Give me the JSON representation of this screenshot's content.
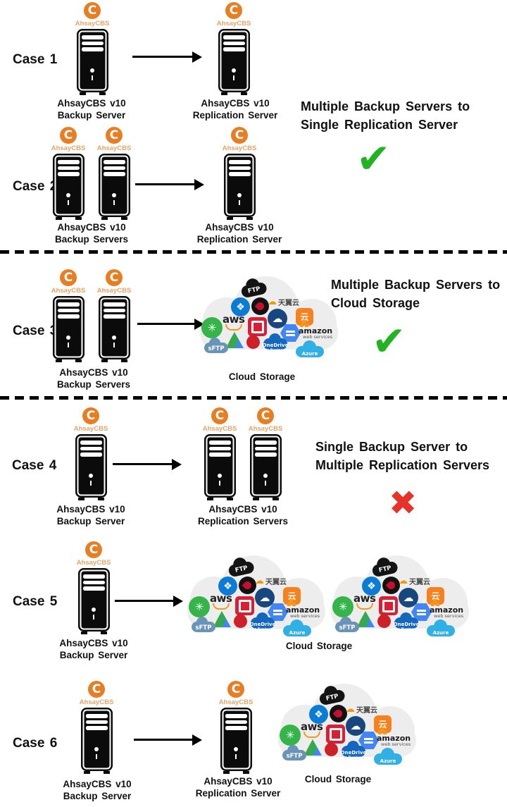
{
  "brand": {
    "logo_letter": "C",
    "logo_name": "AhsayCBS"
  },
  "glyphs": {
    "check": "✔",
    "cross": "✖"
  },
  "colors": {
    "brand_orange": "#E87E23",
    "brand_orange_light": "#E7A467",
    "check_green": "#22B322",
    "cross_red": "#E63227"
  },
  "cases": [
    {
      "label": "Case 1",
      "source_caption": [
        "AhsayCBS v10",
        "Backup Server"
      ],
      "target_caption": [
        "AhsayCBS v10",
        "Replication Server"
      ]
    },
    {
      "label": "Case 2",
      "source_caption": [
        "AhsayCBS v10",
        "Backup Servers"
      ],
      "target_caption": [
        "AhsayCBS v10",
        "Replication Server"
      ]
    },
    {
      "label": "Case 3",
      "source_caption": [
        "AhsayCBS v10",
        "Backup Servers"
      ],
      "target_caption": [
        "Cloud Storage"
      ]
    },
    {
      "label": "Case 4",
      "source_caption": [
        "AhsayCBS v10",
        "Backup Server"
      ],
      "target_caption": [
        "AhsayCBS v10",
        "Replication Servers"
      ]
    },
    {
      "label": "Case 5",
      "source_caption": [
        "AhsayCBS v10",
        "Backup Server"
      ],
      "target_caption": [
        "Cloud Storage"
      ]
    },
    {
      "label": "Case 6",
      "source_caption": [
        "AhsayCBS v10",
        "Backup Server"
      ],
      "target_caption": [
        "AhsayCBS v10",
        "Replication Server"
      ],
      "extra_caption": "Cloud Storage"
    }
  ],
  "annotations": [
    {
      "line1": "Multiple Backup Servers to",
      "line2": "Single Replication Server",
      "verdict": "allowed"
    },
    {
      "line1": "Multiple Backup Servers to",
      "line2": "Cloud Storage",
      "verdict": "allowed"
    },
    {
      "line1": "Single Backup Server to",
      "line2": "Multiple Replication Servers",
      "verdict": "not-allowed"
    }
  ],
  "cloud": {
    "providers": [
      {
        "id": "ftp",
        "text": "FTP"
      },
      {
        "id": "dropbox",
        "text": ""
      },
      {
        "id": "rackspace",
        "text": ""
      },
      {
        "id": "tianyi",
        "text": "天翼云"
      },
      {
        "id": "onedrive",
        "text": ""
      },
      {
        "id": "ctyun",
        "text": "云"
      },
      {
        "id": "greencloud",
        "text": ""
      },
      {
        "id": "aws",
        "text": "aws"
      },
      {
        "id": "openstack",
        "text": ""
      },
      {
        "id": "gcloud",
        "text": ""
      },
      {
        "id": "amazonws",
        "text": "amazon",
        "text2": "web services"
      },
      {
        "id": "gdrive",
        "text": ""
      },
      {
        "id": "backblaze",
        "text": ""
      },
      {
        "id": "odb",
        "text": "OneDrive",
        "text2": "for Business"
      },
      {
        "id": "sftp",
        "text": "sFTP"
      },
      {
        "id": "azure",
        "text": "Azure"
      }
    ]
  }
}
